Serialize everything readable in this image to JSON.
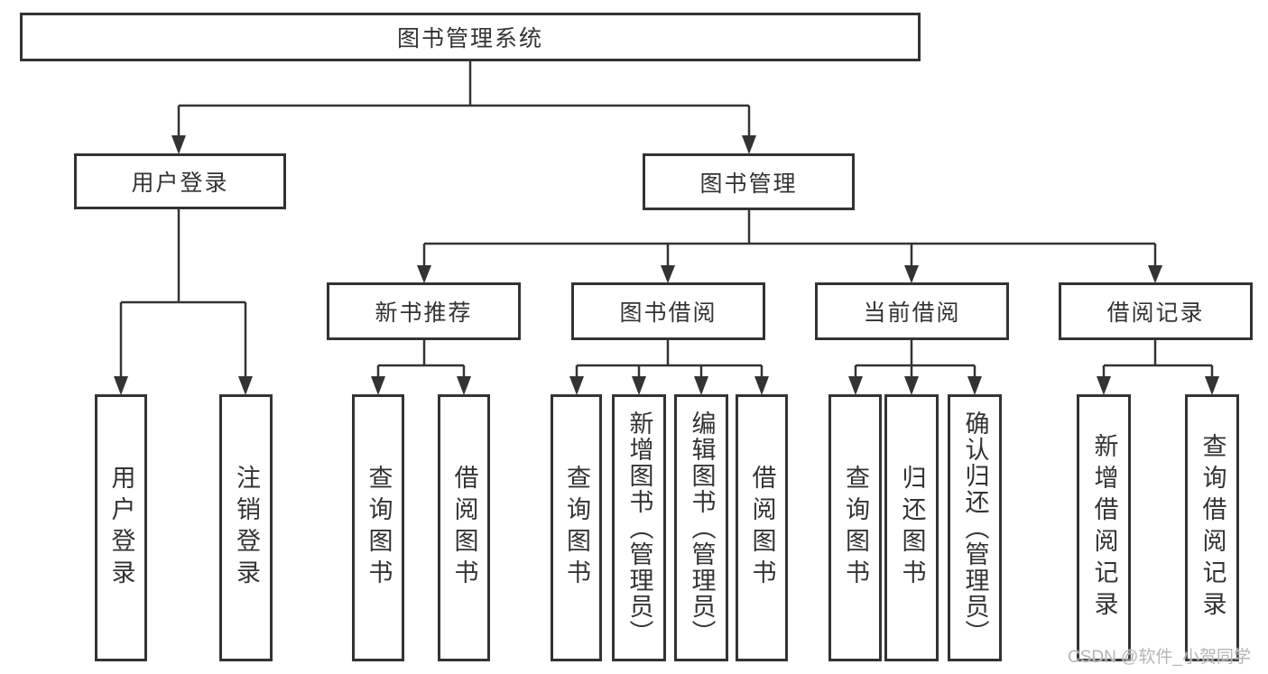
{
  "nodes": {
    "root": {
      "label": "图书管理系统"
    },
    "level2": [
      {
        "label": "用户登录"
      },
      {
        "label": "图书管理"
      }
    ],
    "level3": [
      {
        "label": "新书推荐"
      },
      {
        "label": "图书借阅"
      },
      {
        "label": "当前借阅"
      },
      {
        "label": "借阅记录"
      }
    ],
    "leaves": {
      "user_login": [
        {
          "label": "用户登录"
        },
        {
          "label": "注销登录"
        }
      ],
      "new_book_recommend": [
        {
          "label": "查询图书"
        },
        {
          "label": "借阅图书"
        }
      ],
      "book_borrow": [
        {
          "label": "查询图书"
        },
        {
          "label": "新增图书（管理员）"
        },
        {
          "label": "编辑图书（管理员）"
        },
        {
          "label": "借阅图书"
        }
      ],
      "current_borrow": [
        {
          "label": "查询图书"
        },
        {
          "label": "归还图书"
        },
        {
          "label": "确认归还（管理员）"
        }
      ],
      "borrow_record": [
        {
          "label": "新增借阅记录"
        },
        {
          "label": "查询借阅记录"
        }
      ]
    }
  },
  "watermark": "CSDN @软件_小贺同学",
  "colors": {
    "line": "#333333",
    "box_background": "#ffffff",
    "text": "#333333",
    "watermark": "#b4b4b4"
  }
}
